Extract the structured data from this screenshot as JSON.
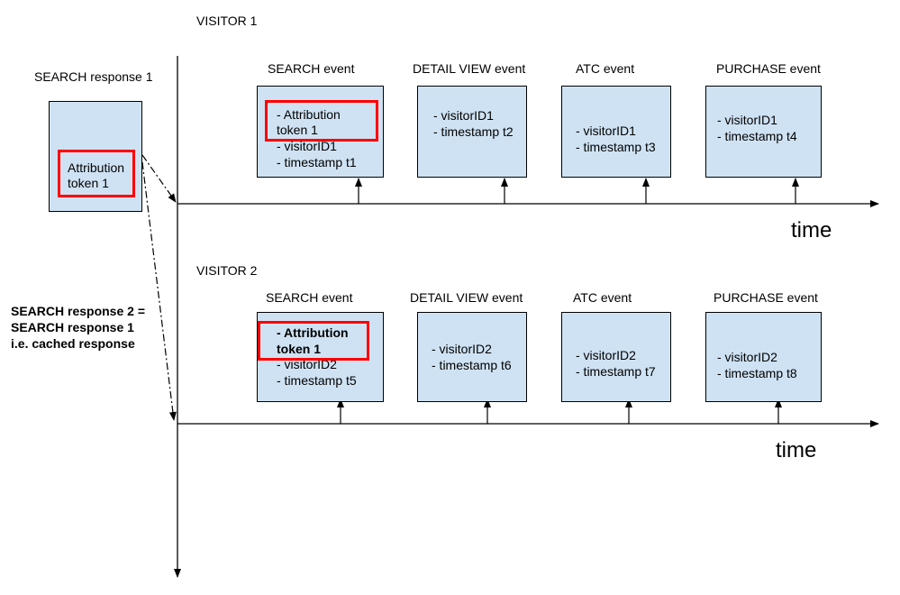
{
  "visitor1": {
    "title": "VISITOR 1",
    "events": [
      {
        "name": "SEARCH event",
        "lines": [
          "- Attribution",
          "token 1",
          "- visitorID1",
          "- timestamp t1"
        ]
      },
      {
        "name": "DETAIL VIEW event",
        "lines": [
          "- visitorID1",
          "- timestamp t2"
        ]
      },
      {
        "name": "ATC event",
        "lines": [
          "- visitorID1",
          "- timestamp t3"
        ]
      },
      {
        "name": "PURCHASE event",
        "lines": [
          "- visitorID1",
          "- timestamp t4"
        ]
      }
    ],
    "axis_label": "time"
  },
  "visitor2": {
    "title": "VISITOR 2",
    "events": [
      {
        "name": "SEARCH event",
        "lines": [
          "- Attribution",
          "token 1",
          "- visitorID2",
          "- timestamp t5"
        ]
      },
      {
        "name": "DETAIL VIEW event",
        "lines": [
          "- visitorID2",
          "- timestamp t6"
        ]
      },
      {
        "name": "ATC event",
        "lines": [
          "- visitorID2",
          "- timestamp t7"
        ]
      },
      {
        "name": "PURCHASE event",
        "lines": [
          "- visitorID2",
          "- timestamp t8"
        ]
      }
    ],
    "axis_label": "time"
  },
  "search_response": {
    "title": "SEARCH response 1",
    "token_lines": [
      "Attribution",
      "token 1"
    ]
  },
  "cached_note": [
    "SEARCH response 2 =",
    "SEARCH response 1",
    "i.e. cached response"
  ],
  "colors": {
    "box_fill": "#cfe2f3",
    "highlight": "#ff0000"
  }
}
